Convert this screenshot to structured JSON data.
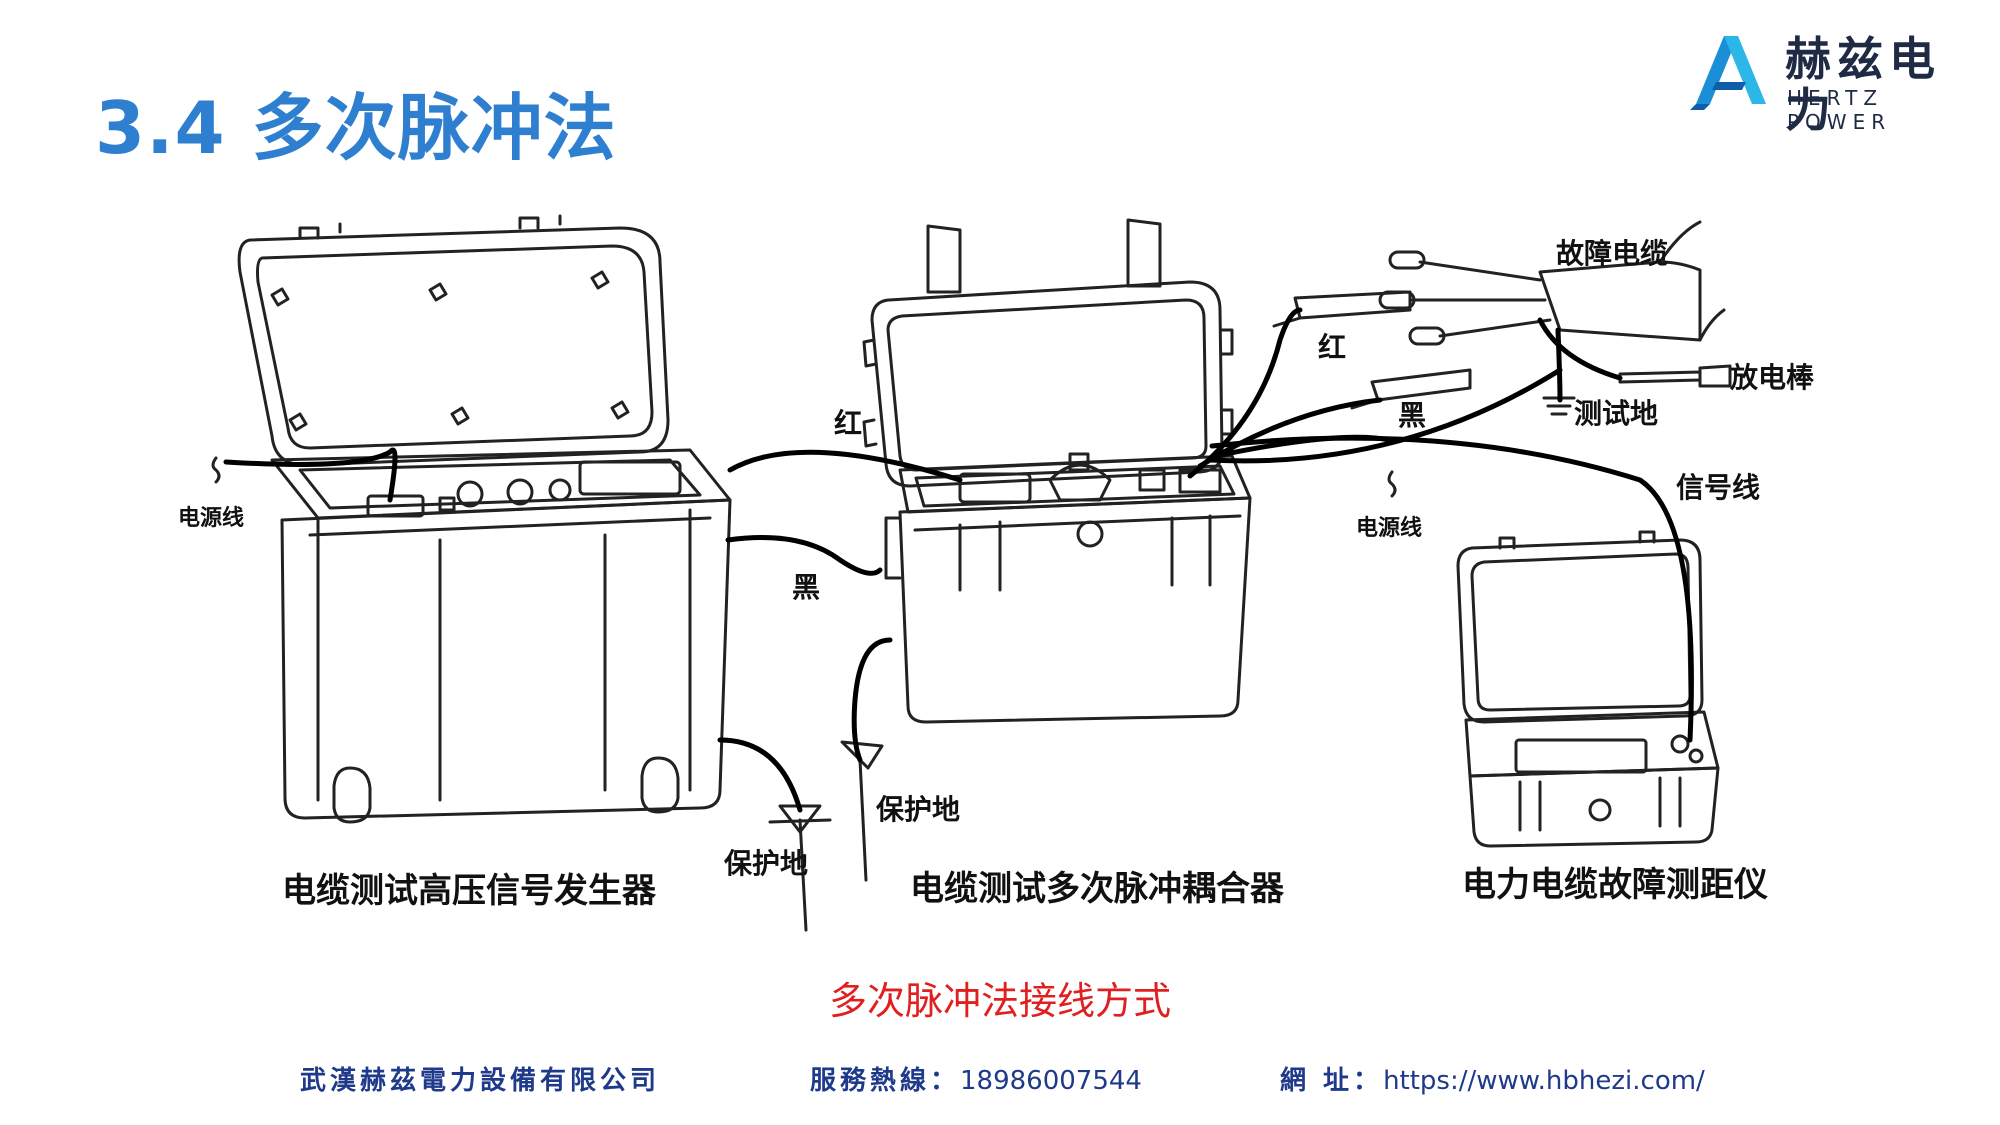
{
  "header": {
    "title": "3.4 多次脉冲法",
    "logo_cn": "赫兹电力",
    "logo_en": "HERTZ POWER",
    "brand_color": "#2f7fd1"
  },
  "devices": {
    "generator": "电缆测试高压信号发生器",
    "coupler": "电缆测试多次脉冲耦合器",
    "locator": "电力电缆故障测距仪"
  },
  "labels": {
    "power_cord_left": "电源线",
    "power_cord_right": "电源线",
    "red_coupler": "红",
    "black_coupler": "黑",
    "protect_ground_1": "保护地",
    "protect_ground_2": "保护地",
    "faulty_cable": "故障电缆",
    "red_cable": "红",
    "black_cable": "黑",
    "discharge_rod": "放电棒",
    "test_ground": "测试地",
    "signal_line": "信号线"
  },
  "caption": "多次脉冲法接线方式",
  "footer": {
    "company": "武漢赫茲電力設備有限公司",
    "hotline_label": "服務熱線：",
    "hotline": "18986007544",
    "site_label": "網 址：",
    "site": "https://www.hbhezi.com/"
  }
}
